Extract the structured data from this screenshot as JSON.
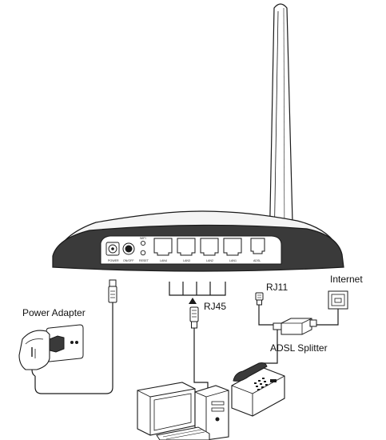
{
  "labels": {
    "power_adapter": "Power Adapter",
    "rj45": "RJ45",
    "rj11": "RJ11",
    "internet": "Internet",
    "adsl_splitter": "ADSL Splitter"
  },
  "router_ports": {
    "power": "POWER",
    "on_off": "ON/OFF",
    "wifi": "WIFI",
    "reset": "RESET",
    "lan4": "LAN4",
    "lan3": "LAN3",
    "lan2": "LAN2",
    "lan1": "LAN1",
    "adsl": "ADSL"
  },
  "colors": {
    "line": "#1a1a1a",
    "router_body": "#3a3a3a",
    "router_top": "#f4f4f4",
    "device_fill": "#ffffff"
  }
}
